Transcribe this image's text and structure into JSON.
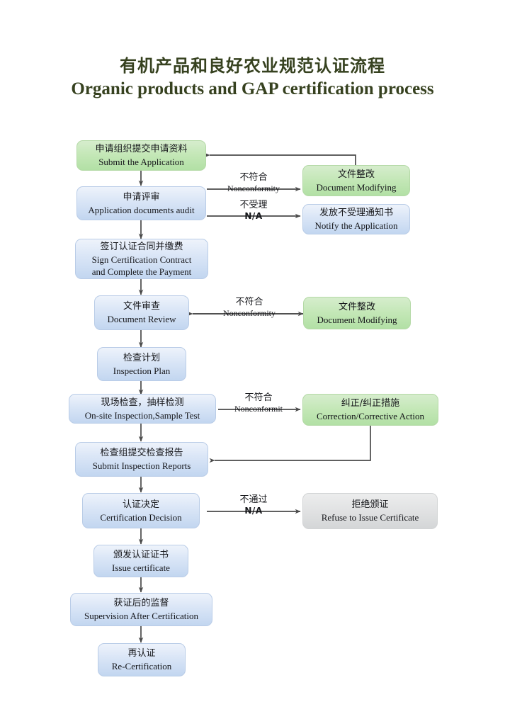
{
  "title": {
    "cn": "有机产品和良好农业规范认证流程",
    "en": "Organic products and GAP certification process"
  },
  "colors": {
    "title_text": "#36411f",
    "blue_fill": "#dce7f7",
    "green_fill": "#c3e7b6",
    "grey_fill": "#e2e3e4",
    "connector": "#4a4a4a"
  },
  "nodes": {
    "submit_application": {
      "cn": "申请组织提交申请资料",
      "en": "Submit the Application",
      "style": "green"
    },
    "application_audit": {
      "cn": "申请评审",
      "en": "Application documents audit",
      "style": "blue"
    },
    "document_modifying_1": {
      "cn": "文件整改",
      "en": "Document Modifying",
      "style": "green"
    },
    "notify_application": {
      "cn": "发放不受理通知书",
      "en": "Notify the Application",
      "style": "blue"
    },
    "sign_contract": {
      "cn": "签订认证合同并缴费",
      "en_line1": "Sign Certification Contract",
      "en_line2": "and Complete the Payment",
      "style": "blue"
    },
    "document_review": {
      "cn": "文件审查",
      "en": "Document Review",
      "style": "blue"
    },
    "document_modifying_2": {
      "cn": "文件整改",
      "en": "Document Modifying",
      "style": "green"
    },
    "inspection_plan": {
      "cn": "检查计划",
      "en": "Inspection Plan",
      "style": "blue"
    },
    "onsite_inspection": {
      "cn": "现场检查，抽样检测",
      "en": "On-site Inspection,Sample Test",
      "style": "blue"
    },
    "corrective_action": {
      "cn": "纠正/纠正措施",
      "en": "Correction/Corrective Action",
      "style": "green"
    },
    "submit_reports": {
      "cn": "检查组提交检查报告",
      "en": "Submit Inspection Reports",
      "style": "blue"
    },
    "certification_decision": {
      "cn": "认证决定",
      "en": "Certification Decision",
      "style": "blue"
    },
    "refuse_certificate": {
      "cn": "拒绝颁证",
      "en": "Refuse to Issue Certificate",
      "style": "grey"
    },
    "issue_certificate": {
      "cn": "颁发认证证书",
      "en": "Issue certificate",
      "style": "blue"
    },
    "supervision": {
      "cn": "获证后的监督",
      "en": "Supervision After Certification",
      "style": "blue"
    },
    "recertification": {
      "cn": "再认证",
      "en": "Re-Certification",
      "style": "blue"
    }
  },
  "edge_labels": {
    "audit_nonconformity": {
      "cn": "不符合",
      "en": "Nonconformity"
    },
    "audit_na": {
      "cn": "不受理",
      "en": "N/A"
    },
    "review_nonconformity": {
      "cn": "不符合",
      "en": "Nonconformity"
    },
    "onsite_nonconformit": {
      "cn": "不符合",
      "en": "Nonconformit"
    },
    "decision_na": {
      "cn": "不通过",
      "en": "N/A"
    }
  }
}
